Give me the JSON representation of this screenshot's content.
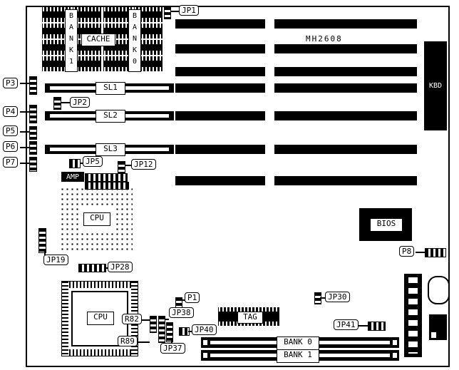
{
  "board": {
    "model": "MH2608"
  },
  "memory": {
    "bank1": "BANK1",
    "cache": "CACHE",
    "bank0": "BANK0"
  },
  "slots": {
    "sl1": "SL1",
    "sl2": "SL2",
    "sl3": "SL3"
  },
  "chips": {
    "cpu_socket": "CPU",
    "cpu_qfp": "CPU",
    "bios": "BIOS",
    "tag": "TAG",
    "kbd": "KBD",
    "amp": "AMP"
  },
  "simm": {
    "bank0": "BANK 0",
    "bank1": "BANK 1"
  },
  "callouts": {
    "jp1": "JP1",
    "p3": "P3",
    "p4": "P4",
    "p5": "P5",
    "p6": "P6",
    "p7": "P7",
    "jp2": "JP2",
    "jp5": "JP5",
    "jp12": "JP12",
    "jp19": "JP19",
    "jp28": "JP28",
    "p8": "P8",
    "p1": "P1",
    "jp38": "JP38",
    "r82": "R82",
    "r89": "R89",
    "jp40": "JP40",
    "jp37": "JP37",
    "jp30": "JP30",
    "jp41": "JP41"
  }
}
